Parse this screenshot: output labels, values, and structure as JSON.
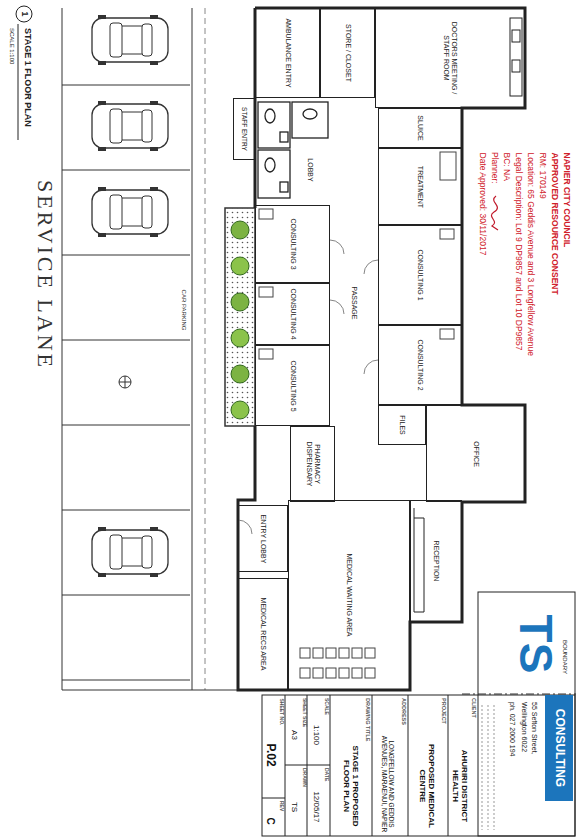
{
  "diagram": {
    "title": "STAGE 1 FLOOR PLAN",
    "nodes": [
      {
        "text": [
          "AMBULANCE ENTRY"
        ]
      },
      {
        "text": [
          "STORE / CLOSET"
        ]
      },
      {
        "text": [
          "DOCTORS MEETING / STAFF ROOM"
        ]
      },
      {
        "text": [
          "STAFF ENTRY"
        ]
      },
      {
        "text": [
          "LOBBY"
        ]
      },
      {
        "text": [
          "SLUICE"
        ]
      },
      {
        "text": [
          "TREATMENT"
        ]
      },
      {
        "text": [
          "CONSULTING 3"
        ]
      },
      {
        "text": [
          "CONSULTING 1"
        ]
      },
      {
        "text": [
          "PASSAGE"
        ]
      },
      {
        "text": [
          "CONSULTING 4"
        ]
      },
      {
        "text": [
          "CONSULTING 2"
        ]
      },
      {
        "text": [
          "CONSULTING 5"
        ]
      },
      {
        "text": [
          "FILES"
        ]
      },
      {
        "text": [
          "OFFICE"
        ]
      },
      {
        "text": [
          "PHARMACY DISPENSARY"
        ]
      },
      {
        "text": [
          "ENTRY LOBBY"
        ]
      },
      {
        "text": [
          "MEDICAL WAITING AREA"
        ]
      },
      {
        "text": [
          "RECEPTION"
        ]
      },
      {
        "text": [
          "MEDICAL RECS AREA"
        ]
      }
    ],
    "labels": [
      "SCALE 1:100",
      "1",
      "SERVICE LANE",
      "CAR PARKING",
      "NAPIER CITY COUNCIL",
      "APPROVED RESOURCE CONSENT",
      "RM: 170149",
      "Location: 65 Geddis Avenue and 3 Longfellow Avenue",
      "Legal Description: Lot 9 DP9857 and Lot 10 DP9857",
      "BC: NA",
      "Planner:",
      "Date Approved: 30/11/2017",
      "BOUNDARY",
      "TS",
      "CONSULTING",
      "55 Sefton Street,",
      "Wellington 6022",
      "ph. 027 2000 194",
      "CLIENT",
      "AHURIRI DISTRICT HEALTH",
      "PROJECT",
      "PROPOSED MEDICAL CENTRE",
      "ADDRESS",
      "LONGFELLOW AND GEDDIS AVENUES, MARAENUI, NAPIER",
      "DRAWING TITLE",
      "STAGE 1 PROPOSED FLOOR PLAN",
      "SCALE",
      "1:100",
      "DATE",
      "12/05/17",
      "SHEET SIZE",
      "A3",
      "DRAWN",
      "TS",
      "SHEET NO.",
      "P.02",
      "REV",
      "C"
    ]
  }
}
